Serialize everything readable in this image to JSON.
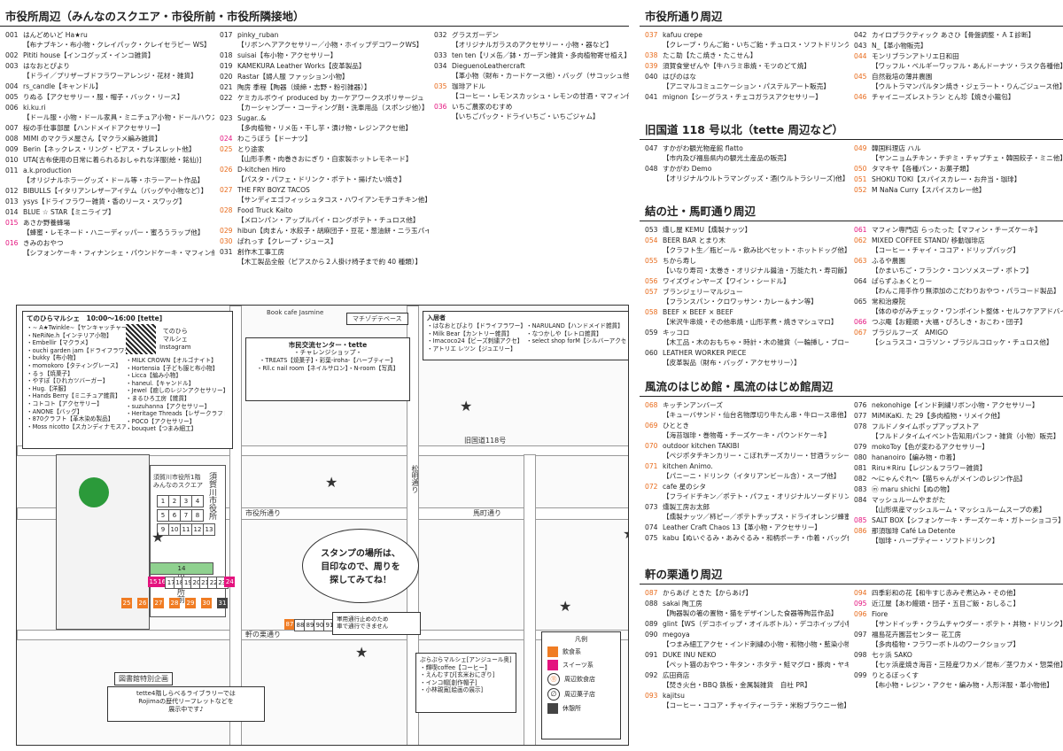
{
  "left": {
    "title": "市役所周辺（みんなのスクエア・市役所前・市役所隣接地）",
    "col1": [
      {
        "num": "001",
        "name": "はんどめいど Ha★ru",
        "desc": "【布ナプキン・布小物・クレイパック・クレイセラピー WS】",
        "c": "n"
      },
      {
        "num": "002",
        "name": "Pititi house【インコグッズ・インコ雑貨】",
        "desc": "",
        "c": "n"
      },
      {
        "num": "003",
        "name": "はなおとぴより",
        "desc": "【ドライ／プリザーブドフラワーアレンジ・花材・雑貨】",
        "c": "n"
      },
      {
        "num": "004",
        "name": "rs_candle【キャンドル】",
        "desc": "",
        "c": "n"
      },
      {
        "num": "005",
        "name": "りぬる【アクセサリー・服・帽子・バック・リース】",
        "desc": "",
        "c": "n"
      },
      {
        "num": "006",
        "name": "ki.ku.ri",
        "desc": "【ドール服・小物・ドール家具・ミニチュア小物・ドールハウス】",
        "c": "n"
      },
      {
        "num": "007",
        "name": "桜の手仕事部屋【ハンドメイドアクセサリー】",
        "desc": "",
        "c": "n"
      },
      {
        "num": "008",
        "name": "MIMI のマクラメ屋さん【マクラメ編み雑貨】",
        "desc": "",
        "c": "n"
      },
      {
        "num": "009",
        "name": "Berin【ネックレス・リング・ピアス・ブレスレット他】",
        "desc": "",
        "c": "n"
      },
      {
        "num": "010",
        "name": "UTA[古布使用の日常に着られるおしゃれな洋服(絵・銘仙)]",
        "desc": "",
        "c": "n"
      },
      {
        "num": "011",
        "name": "a.k.production",
        "desc": "【オリジナルホラーグッズ・ドール等・ホラーアート作品】",
        "c": "n"
      },
      {
        "num": "012",
        "name": "BIBULLS【イタリアンレザーアイテム（バッグや小物など）】",
        "desc": "",
        "c": "n"
      },
      {
        "num": "013",
        "name": "ysys【ドライフラワー雑貨・香のリース・スワッグ】",
        "desc": "",
        "c": "n"
      },
      {
        "num": "014",
        "name": "BLUE ☆ STAR【ミニライブ】",
        "desc": "",
        "c": "n"
      },
      {
        "num": "015",
        "name": "あさか野養蜂場",
        "desc": "【蜂蜜・レモネード・ハニーディッパー・蜜ろうラップ他】",
        "c": "pink"
      },
      {
        "num": "016",
        "name": "きみのおやつ",
        "desc": "【シフォンケーキ・フィナンシェ・パウンドケーキ・マフィン他】",
        "c": "pink"
      }
    ],
    "col2": [
      {
        "num": "017",
        "name": "pinky_ruban",
        "desc": "【リボンヘアアクセサリー／小物・ホイップデコワークWS】",
        "c": "n"
      },
      {
        "num": "018",
        "name": "suisai【布小物・アクセサリー】",
        "desc": "",
        "c": "n"
      },
      {
        "num": "019",
        "name": "KAMEKURA Leather Works【皮革製品】",
        "desc": "",
        "c": "n"
      },
      {
        "num": "020",
        "name": "Rastar【婦人服 ファッション小物】",
        "desc": "",
        "c": "n"
      },
      {
        "num": "021",
        "name": "陶房 季程【陶器（焼締・志野・粉引雑器）】",
        "desc": "",
        "c": "n"
      },
      {
        "num": "022",
        "name": "ケミカルボウイ produced by カーケアワークスポリサージュ",
        "desc": "【カーシャンプー・コーティング剤・洗車用品（スポンジ他）】",
        "c": "n"
      },
      {
        "num": "023",
        "name": "Sugar..&",
        "desc": "【多肉植物・リメ缶・干し芋・漬け物・レジンアクセ他】",
        "c": "n"
      },
      {
        "num": "024",
        "name": "わこうぼう【ドーナツ】",
        "desc": "",
        "c": "pink"
      },
      {
        "num": "025",
        "name": "とり途家",
        "desc": "【山形手煮・肉巻きおにぎり・自家製ホットレモネード】",
        "c": "orange"
      },
      {
        "num": "026",
        "name": "D-kitchen Hiro",
        "desc": "【パスタ・パフェ・ドリンク・ポテト・揚げたい焼き】",
        "c": "orange"
      },
      {
        "num": "027",
        "name": "THE FRY BOYZ TACOS",
        "desc": "【サンディエゴフィッシュタコス・ハワイアンモチコチキン他】",
        "c": "orange"
      },
      {
        "num": "028",
        "name": "Food Truck Kaito",
        "desc": "【メロンパン・アップルパイ・ロングポテト・チュロス他】",
        "c": "orange"
      },
      {
        "num": "029",
        "name": "hibun【肉まん・水餃子・胡麻団子・豆花・葱油餅・ニラ玉パイ他】",
        "desc": "",
        "c": "orange"
      },
      {
        "num": "030",
        "name": "ぱれっす【クレープ・ジュース】",
        "desc": "",
        "c": "orange"
      },
      {
        "num": "031",
        "name": "創作木工事工房",
        "desc": "【木工製品全般（ピアスから２人掛け椅子まで約 40 種類）】",
        "c": "n"
      }
    ],
    "col3": [
      {
        "num": "032",
        "name": "グラスガーデン",
        "desc": "【オリジナルガラスのアクセサリー・小物・器など】",
        "c": "n"
      },
      {
        "num": "033",
        "name": "ten ten【リメ缶／鉢・ガーデン雑貨・多肉植物寄せ植え】",
        "desc": "",
        "c": "n"
      },
      {
        "num": "034",
        "name": "DieguenoLeathercraft",
        "desc": "【革小物（財布・カードケース他）・バッグ（サコッシュ他）】",
        "c": "n"
      },
      {
        "num": "035",
        "name": "珈琲アドル",
        "desc": "【コーヒー・レモンスカッシュ・レモンの甘酒・マフィン他】",
        "c": "orange"
      },
      {
        "num": "036",
        "name": "いちご農家のむすめ",
        "desc": "【いちごパック・ドライいちご・いちごジャム】",
        "c": "pink"
      }
    ]
  },
  "right": {
    "s1": {
      "title": "市役所通り周辺",
      "a": [
        {
          "num": "037",
          "name": "kafuu crepe",
          "desc": "【クレープ・りんご飴・いちご飴・チュロス・ソフトドリンク】",
          "c": "orange"
        },
        {
          "num": "038",
          "name": "たこ助【たこ焼き・たこせん】",
          "desc": "",
          "c": "orange"
        },
        {
          "num": "039",
          "name": "須賀食堂ぜんや【牛ハラミ串焼・モツのどて焼】",
          "desc": "",
          "c": "orange"
        },
        {
          "num": "040",
          "name": "はぴのはな",
          "desc": "【アニマルコミュニケーション・パステルアート販売】",
          "c": "n"
        },
        {
          "num": "041",
          "name": "mignon【シーグラス・チェコガラスアクセサリー】",
          "desc": "",
          "c": "n"
        }
      ],
      "b": [
        {
          "num": "042",
          "name": "カイロプラクティック あさひ【骨盤調整・ＡＩ診断】",
          "desc": "",
          "c": "n"
        },
        {
          "num": "043",
          "name": "N_【革小物販売】",
          "desc": "",
          "c": "n"
        },
        {
          "num": "044",
          "name": "モンリブランアトリエ日和田",
          "desc": "【ワッフル・ベルギーワッフル・あんドーナツ・ラスク各種他】",
          "c": "orange"
        },
        {
          "num": "045",
          "name": "自然栽培の薄井農園",
          "desc": "【ウルトラマンパルタン焼き・ジェラート・りんごジュース他】",
          "c": "orange"
        },
        {
          "num": "046",
          "name": "チャイニーズレストラン とん珍【焼き小籠包】",
          "desc": "",
          "c": "orange"
        }
      ]
    },
    "s2": {
      "title": "旧国道 118 号以北（tette 周辺など）",
      "a": [
        {
          "num": "047",
          "name": "すかがわ観光物産館 flatto",
          "desc": "【市内及び福島県内の観光土産品の販売】",
          "c": "n"
        },
        {
          "num": "048",
          "name": "すかがわ Demo",
          "desc": "【オリジナルウルトラマングッズ・酒(ウルトラシリーズ)他】",
          "c": "n"
        }
      ],
      "b": [
        {
          "num": "049",
          "name": "韓国料理店 ハル",
          "desc": "【ヤンニョムチキン・チヂミ・チャプチェ・韓国餃子・ミニ他】",
          "c": "orange"
        },
        {
          "num": "050",
          "name": "タマキヤ【各種パン・お菓子類】",
          "desc": "",
          "c": "orange"
        },
        {
          "num": "051",
          "name": "SHOKU TOKI【スパイスカレー・お弁当・珈琲】",
          "desc": "",
          "c": "orange"
        },
        {
          "num": "052",
          "name": "M NaNa Curry【スパイスカレー他】",
          "desc": "",
          "c": "orange"
        }
      ]
    },
    "s3": {
      "title": "結の辻・馬町通り周辺",
      "a": [
        {
          "num": "053",
          "name": "燻し屋 KEMU【燻製ナッツ】",
          "desc": "",
          "c": "n"
        },
        {
          "num": "054",
          "name": "BEER BAR とまり木",
          "desc": "【クラフト生／瓶ビール・飲み比べセット・ホットドッグ他】",
          "c": "orange"
        },
        {
          "num": "055",
          "name": "ちから寿し",
          "desc": "【いなり寿司・太巻き・オリジナル醤油・万能たれ・寿司飯】",
          "c": "orange"
        },
        {
          "num": "056",
          "name": "ワイズヴィンヤーズ【ワイン・シードル】",
          "desc": "",
          "c": "orange"
        },
        {
          "num": "057",
          "name": "ブランジェリーマルジュー",
          "desc": "【フランスパン・クロワッサン・カレー＆ナン等】",
          "c": "orange"
        },
        {
          "num": "058",
          "name": "BEEF × BEEF × BEEF",
          "desc": "【米沢牛串焼・その他串焼・山形芋煮・焼きマシュマロ】",
          "c": "orange"
        },
        {
          "num": "059",
          "name": "キッコロ",
          "desc": "【木工品・木のおもちゃ・時計・木の雑貨（一輪挿し・ブローチ他）】",
          "c": "n"
        },
        {
          "num": "060",
          "name": "LEATHER WORKER PIECE",
          "desc": "【皮革製品（財布・バッグ・アクセサリー）】",
          "c": "n"
        }
      ],
      "b": [
        {
          "num": "061",
          "name": "マフィン専門店 らったった【マフィン・チーズケーキ】",
          "desc": "",
          "c": "pink"
        },
        {
          "num": "062",
          "name": "MIXED COFFEE STAND/ 移動珈琲店",
          "desc": "【コーヒー・チャイ・ココア・ドリップバッグ】",
          "c": "orange"
        },
        {
          "num": "063",
          "name": "ふるや農園",
          "desc": "【かまいちご・フランク・コンソメスープ・ポトフ】",
          "c": "orange"
        },
        {
          "num": "064",
          "name": "ぱらずふぁくとりー",
          "desc": "【わんこ用手作り無添加のこだわりおやつ・パラコード製品】",
          "c": "n"
        },
        {
          "num": "065",
          "name": "常和治療院",
          "desc": "【体のゆがみチェック・ワンポイント整体・セルフケアアドバイス】",
          "c": "n"
        },
        {
          "num": "066",
          "name": "つぶ庵【お饅頭・大福・ぴろしき・おこわ・団子】",
          "desc": "",
          "c": "pink"
        },
        {
          "num": "067",
          "name": "ブラジルフーズ　AMIGO",
          "desc": "【シュラスコ・コラソン・ブラジルコロッケ・チュロス他】",
          "c": "orange"
        }
      ]
    },
    "s4": {
      "title": "風流のはじめ館・風流のはじめ館周辺",
      "a": [
        {
          "num": "068",
          "name": "キッチンアンバーズ",
          "desc": "【キューバサンド・仙台名物厚切り牛たん串・牛ロース串他】",
          "c": "orange"
        },
        {
          "num": "069",
          "name": "ひととき",
          "desc": "【海苔珈琲・巻物苺・チーズケーキ・パウンドケーキ】",
          "c": "orange"
        },
        {
          "num": "070",
          "name": "outdoor kitchen TAKIBI",
          "desc": "【ペジポタチキンカリー・こぼれチーズカリー・甘酒ラッシー他】",
          "c": "orange"
        },
        {
          "num": "071",
          "name": "kitchen Animo.",
          "desc": "【パニーニ・ドリンク（イタリアンビール含）・スープ他】",
          "c": "orange"
        },
        {
          "num": "072",
          "name": "cafe 星のシタ",
          "desc": "【フライドチキン／ポテト・パフェ・オリジナルソーダドリンク他】",
          "c": "orange"
        },
        {
          "num": "073",
          "name": "燻製工房お太郎",
          "desc": "【燻製ナッツ／柿ピー／ポテトチップス・ドライオレンジ蜂蜜漬】",
          "c": "n"
        },
        {
          "num": "074",
          "name": "Leather Craft Chaos 13【革小物・アクセサリー】",
          "desc": "",
          "c": "n"
        },
        {
          "num": "075",
          "name": "kabu【ぬいぐるみ・あみぐるみ・和柄ポーチ・巾着・バッグ他】",
          "desc": "",
          "c": "n"
        }
      ],
      "b": [
        {
          "num": "076",
          "name": "nekonohige【インド刺繍リボン小物・アクセサリー】",
          "desc": "",
          "c": "n"
        },
        {
          "num": "077",
          "name": "MiMiKaKi. た 29【多肉植物・リメイク他】",
          "desc": "",
          "c": "n"
        },
        {
          "num": "078",
          "name": "フルドノタイムポップアップストア",
          "desc": "【フルドノタイムイベント告知用パンフ・雑貨（小物）販売】",
          "c": "n"
        },
        {
          "num": "079",
          "name": "mokoToy【色が変わるアクセサリー】",
          "desc": "",
          "c": "n"
        },
        {
          "num": "080",
          "name": "hananoiro【編み物・巾着】",
          "desc": "",
          "c": "n"
        },
        {
          "num": "081",
          "name": "Riru＊Riru【レジン＆フラワー雑貨】",
          "desc": "",
          "c": "n"
        },
        {
          "num": "082",
          "name": "〜にゃんぐれ〜【猫ちゃんがメインのレジン作品】",
          "desc": "",
          "c": "n"
        },
        {
          "num": "083",
          "name": "ⓜ maru shichi【ぬの物】",
          "desc": "",
          "c": "n"
        },
        {
          "num": "084",
          "name": "マッシュルームやまがた",
          "desc": "【山形県産マッシュルーム・マッシュルームスープの素】",
          "c": "n"
        },
        {
          "num": "085",
          "name": "SALT BOX【シフォンケーキ・チーズケーキ・ガトーショコラ】",
          "desc": "",
          "c": "pink"
        },
        {
          "num": "086",
          "name": "那須珈琲 Café La Detente",
          "desc": "【珈琲・ハーブティー・ソフトドリンク】",
          "c": "orange"
        }
      ]
    },
    "s5": {
      "title": "軒の栗通り周辺",
      "a": [
        {
          "num": "087",
          "name": "からあげ ときた【からあげ】",
          "desc": "",
          "c": "orange"
        },
        {
          "num": "088",
          "name": "sakai 陶工房",
          "desc": "【陶器製の箸の置物・猫をデザインした食器等陶芸作品】",
          "c": "n"
        },
        {
          "num": "089",
          "name": "glint【WS（デコホイップ・オイルボトル）・デコホイップ小物】",
          "desc": "",
          "c": "n"
        },
        {
          "num": "090",
          "name": "megoya",
          "desc": "【つまみ細工アクセ・インド刺繍の小物・和物小物・藍染小物】",
          "c": "n"
        },
        {
          "num": "091",
          "name": "DUKE INU NEKO",
          "desc": "【ペット猫のおやつ・牛タン・ホタテ・鮭マグロ・豚肉・ヤギミルク他】",
          "c": "n"
        },
        {
          "num": "092",
          "name": "広田商店",
          "desc": "【焚き火台・BBQ 鉄板・金属製雑貨　自社 PR】",
          "c": "n"
        },
        {
          "num": "093",
          "name": "kajitsu",
          "desc": "【コーヒー・ココア・チャイティーラテ・米粉ブラウニー他】",
          "c": "orange"
        }
      ],
      "b": [
        {
          "num": "094",
          "name": "四季彩和の花【和牛すじ赤みそ煮込み・その他】",
          "desc": "",
          "c": "orange"
        },
        {
          "num": "095",
          "name": "近江屋【あわ饅頭・団子・五目ご飯・おしるこ】",
          "desc": "",
          "c": "pink"
        },
        {
          "num": "096",
          "name": "Fiore",
          "desc": "【サンドイッチ・クラムチャウダー・ポテト・丼物・ドリンク】",
          "c": "orange"
        },
        {
          "num": "097",
          "name": "福島花卉園芸センター 花工房",
          "desc": "【多肉植物・フラワーボトルのワークショップ】",
          "c": "n"
        },
        {
          "num": "098",
          "name": "七ヶ浜 SAKO",
          "desc": "【七ヶ浜産焼き海苔・三陸産ワカメ／昆布／茎ワカメ・惣菜他】",
          "c": "n"
        },
        {
          "num": "099",
          "name": "りとるぼっくす",
          "desc": "【布小物・レジン・アクセ・編み物・人形洋服・革小物他】",
          "c": "n"
        }
      ]
    }
  },
  "map": {
    "marche_title": "てのひらマルシェ　10:00〜16:00 [tette]",
    "marche_items": [
      "・∼ A★Twinkle∼【ヤンキャッチャー】",
      "・NeRiNe.h【インテリア小物】",
      "・Embellir【マクラメ】",
      "・ouchi garden jam【ドライフラワー】",
      "・bukky【布小物】",
      "・momokoro【タティングレース】",
      "・るぅ【焼菓子】",
      "・やすぽ【ひれカツバーガー】",
      "・Hug.【洋服】",
      "・Hands Berry【ミニチュア雑貨】",
      "・コトコト【アクセサリー】",
      "・ANONE【バッグ】",
      "・870クラフト【革木染め製品】",
      "・Moss nicotto【スカンディナモスアート】"
    ],
    "marche_items2": [
      "・MILK CROWN【オルゴナイト】",
      "・Hortensia【子ども服と布小物】",
      "・Licca【編み小物】",
      "・haneul.【キャンドル】",
      "・Jewel【癒しのレジンアクセサリー】",
      "・まるひろ工房【雑貨】",
      "・suzuhanna【アクセサリー】",
      "・Heritage Threads【レザークラフト】",
      "・POCO【アクセサリー】",
      "・bouquet【つまみ細工】"
    ],
    "insta": "てのひら\nマルシェ\nInstagram",
    "center_title": "市民交流センター・tette",
    "challenge_title": "・チャレンジショップ・",
    "challenge_items": [
      "・TREATS【焼菓子】・彩葉-iroha-【ハーブティー】",
      "・Rll.c nail room【ネイルサロン】・N-room【写真】"
    ],
    "bookcafe": "Book cafe Jasmine",
    "machi": "マチゾデテベース",
    "nyukyo_title": "入居者",
    "nyukyo_items": [
      "・はなおとぴより【ドライフラワー】",
      "・Milk Bear【カントリー雑貨】",
      "・Imacoco24【ビーズ刺繍アクセ】",
      "・アトリエ レツン【ジュエリー】"
    ],
    "nyukyo_items2": [
      "・NARULAND【ハンドメイド雑貨】",
      "・なつかしや【レトロ雑貨】",
      "・select shop forM【シルバーアクセ】"
    ],
    "street_kyu": "旧国道118号",
    "street_shiyaku": "市役所通り",
    "street_nokinokuri": "軒の栗通り",
    "street_umamachi": "馬町通り",
    "street_matsumachi": "松明通り",
    "square_label": "須賀川市役所1階\nみんなのスクエア",
    "shiyakusho": "須賀川市役所",
    "shiyakushomae": "市役所前",
    "stamp_text": [
      "スタンプの場所は、",
      "目印なので、周りを",
      "探してみてね！"
    ],
    "note_bubble": "軍用通行止めのため\n車で通行できません",
    "marche_anjuru": [
      "ぷらぷらマルシェ[アンジュール奥]",
      "・輝喫coffee【コーヒー】",
      "・えんむすび[玄米おにぎり]",
      "・インコ帽[創作帽子]",
      "・小林親寛[絵画の展示]"
    ],
    "library": "tette4階しらべるライブラリーでは\nRojimaの歴代リーフレットなどを\n展示中です♪",
    "tosho": "図書館特別企画",
    "legend_title": "凡例",
    "legend": [
      "飲食系",
      "スイーツ系",
      "周辺飲食店",
      "周辺菓子店",
      "休憩所"
    ],
    "colors": {
      "orange": "#f07c23",
      "pink": "#e4137e",
      "green": "#2b9a3a"
    }
  }
}
